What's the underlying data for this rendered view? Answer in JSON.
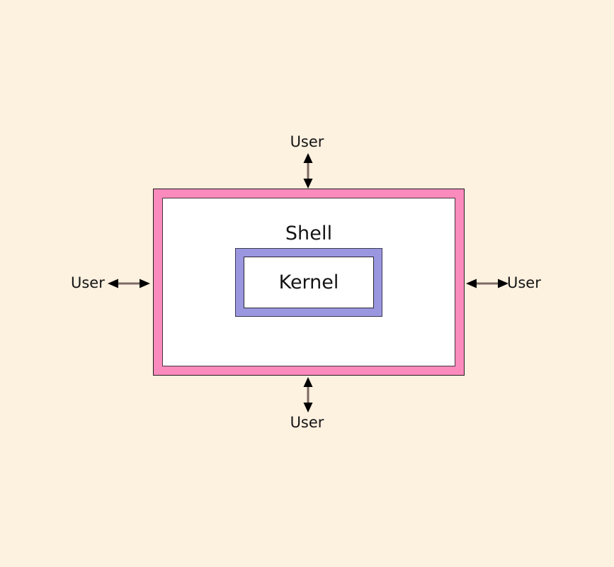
{
  "diagram": {
    "title": "Shell and Kernel architecture diagram",
    "background_color": "#fdf1e0",
    "shell": {
      "label": "Shell",
      "band_color": "#fb8bbc",
      "fill_color": "#ffffff",
      "border_color": "#231f20"
    },
    "kernel": {
      "label": "Kernel",
      "band_color": "#9a97e0",
      "fill_color": "#ffffff",
      "border_color": "#3c3a52"
    },
    "arrows": {
      "shaft_color": "#7a6a63",
      "head_color": "#000000",
      "style": "double-headed"
    },
    "users": [
      {
        "position": "top",
        "label": "User"
      },
      {
        "position": "left",
        "label": "User"
      },
      {
        "position": "right",
        "label": "User"
      },
      {
        "position": "bottom",
        "label": "User"
      }
    ]
  }
}
